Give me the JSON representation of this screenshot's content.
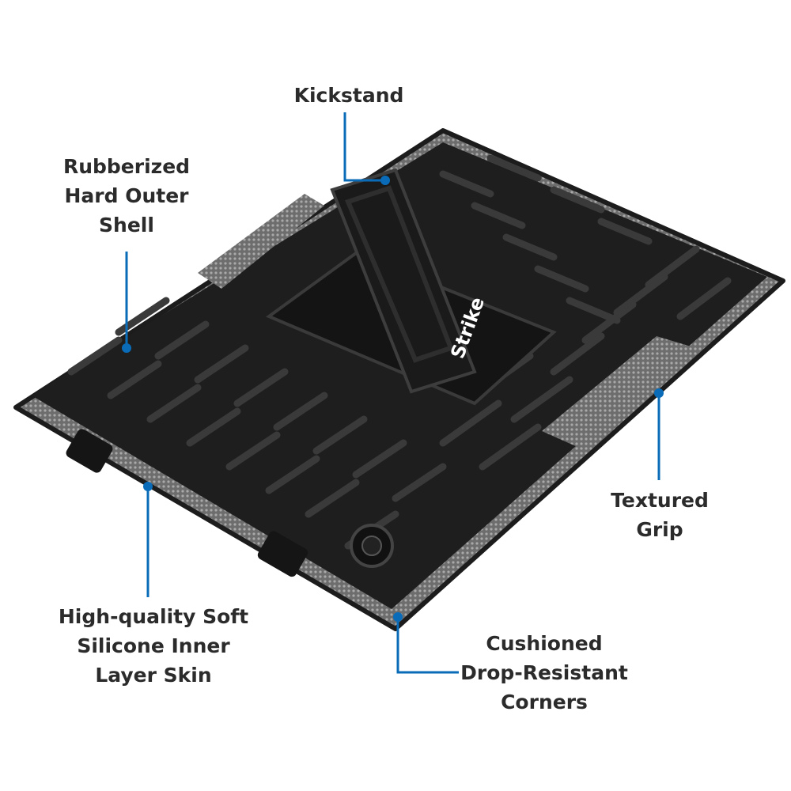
{
  "brand": "Strike",
  "accent_color": "#0a6cb8",
  "callouts": {
    "kickstand": [
      "Kickstand"
    ],
    "shell": [
      "Rubberized",
      "Hard Outer",
      "Shell"
    ],
    "grip": [
      "Textured",
      "Grip"
    ],
    "skin": [
      "High-quality Soft",
      "Silicone Inner",
      "Layer Skin"
    ],
    "corners": [
      "Cushioned",
      "Drop-Resistant",
      "Corners"
    ]
  }
}
